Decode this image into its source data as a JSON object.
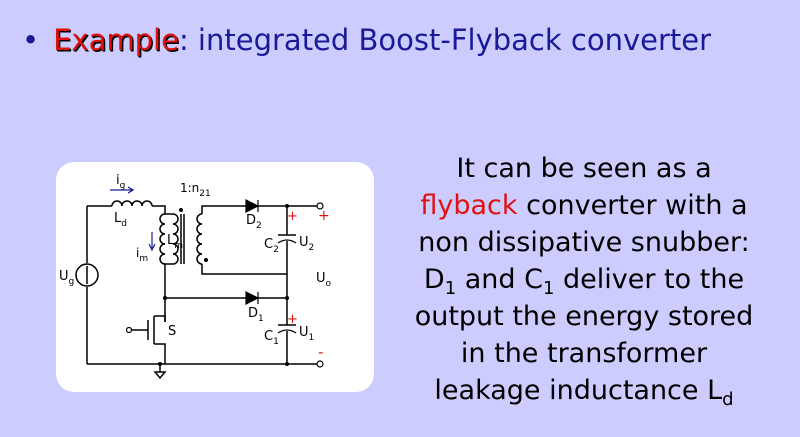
{
  "slide": {
    "bullet": "•",
    "keyword": "Example",
    "separator": ":",
    "title_rest": " integrated Boost-Flyback converter"
  },
  "diagram": {
    "labels": {
      "ig": "i",
      "ig_sub": "g",
      "ld": "L",
      "ld_sub": "d",
      "ratio": "1:n",
      "ratio_sub": "21",
      "d2": "D",
      "d2_sub": "2",
      "plus_top": "+",
      "c2": "C",
      "c2_sub": "2",
      "u2": "U",
      "u2_sub": "2",
      "im": "i",
      "im_sub": "m",
      "lm": "L",
      "lm_sub": "m",
      "ug": "U",
      "ug_sub": "g",
      "uo": "U",
      "uo_sub": "o",
      "d1": "D",
      "d1_sub": "1",
      "c1": "C",
      "c1_sub": "1",
      "u1": "U",
      "u1_sub": "1",
      "plus_c1": "+",
      "minus_bottom": "-",
      "switch": "S"
    }
  },
  "description": {
    "line1": "It can be seen as a",
    "line2_highlight": "flyback",
    "line2_rest": " converter with a",
    "line3": "non dissipative snubber:",
    "line4_a": "D",
    "line4_a_sub": "1",
    "line4_b": " and C",
    "line4_b_sub": "1",
    "line4_c": " deliver to the",
    "line5": "output the energy stored",
    "line6": "in the transformer",
    "line7": "leakage inductance L",
    "line7_sub": "d"
  }
}
